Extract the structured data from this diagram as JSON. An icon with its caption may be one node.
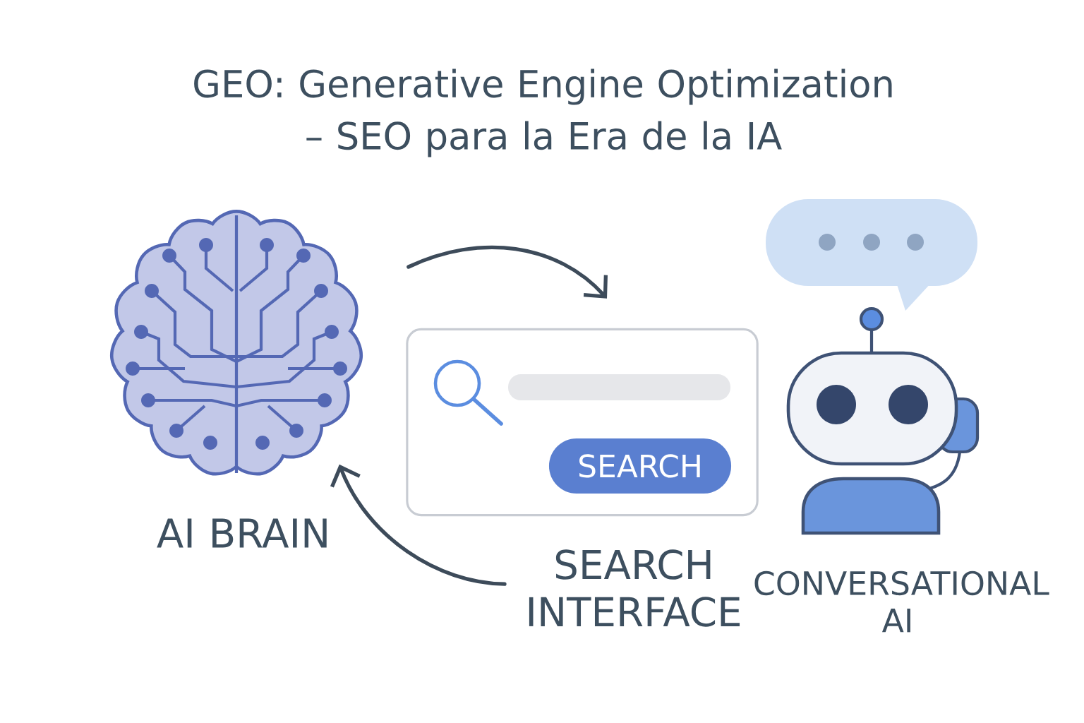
{
  "diagram": {
    "title": "GEO: Generative Engine Optimization – SEO para la Era de la IA",
    "nodes": [
      {
        "text": [],
        "shape": "picture",
        "beside": [
          "AI BRAIN"
        ]
      },
      {
        "text": [],
        "shape": "box",
        "beside": [
          "SEARCH INTERFACE"
        ]
      },
      {
        "text": [
          "SEARCH"
        ],
        "in": 1
      },
      {
        "text": [],
        "shape": "picture",
        "beside": [
          "CONVERSATIONAL AI"
        ]
      }
    ],
    "edges": [
      {
        "from": 0,
        "to": 1,
        "arrow": "to"
      },
      {
        "from": 1,
        "to": 0,
        "arrow": "to"
      }
    ]
  }
}
